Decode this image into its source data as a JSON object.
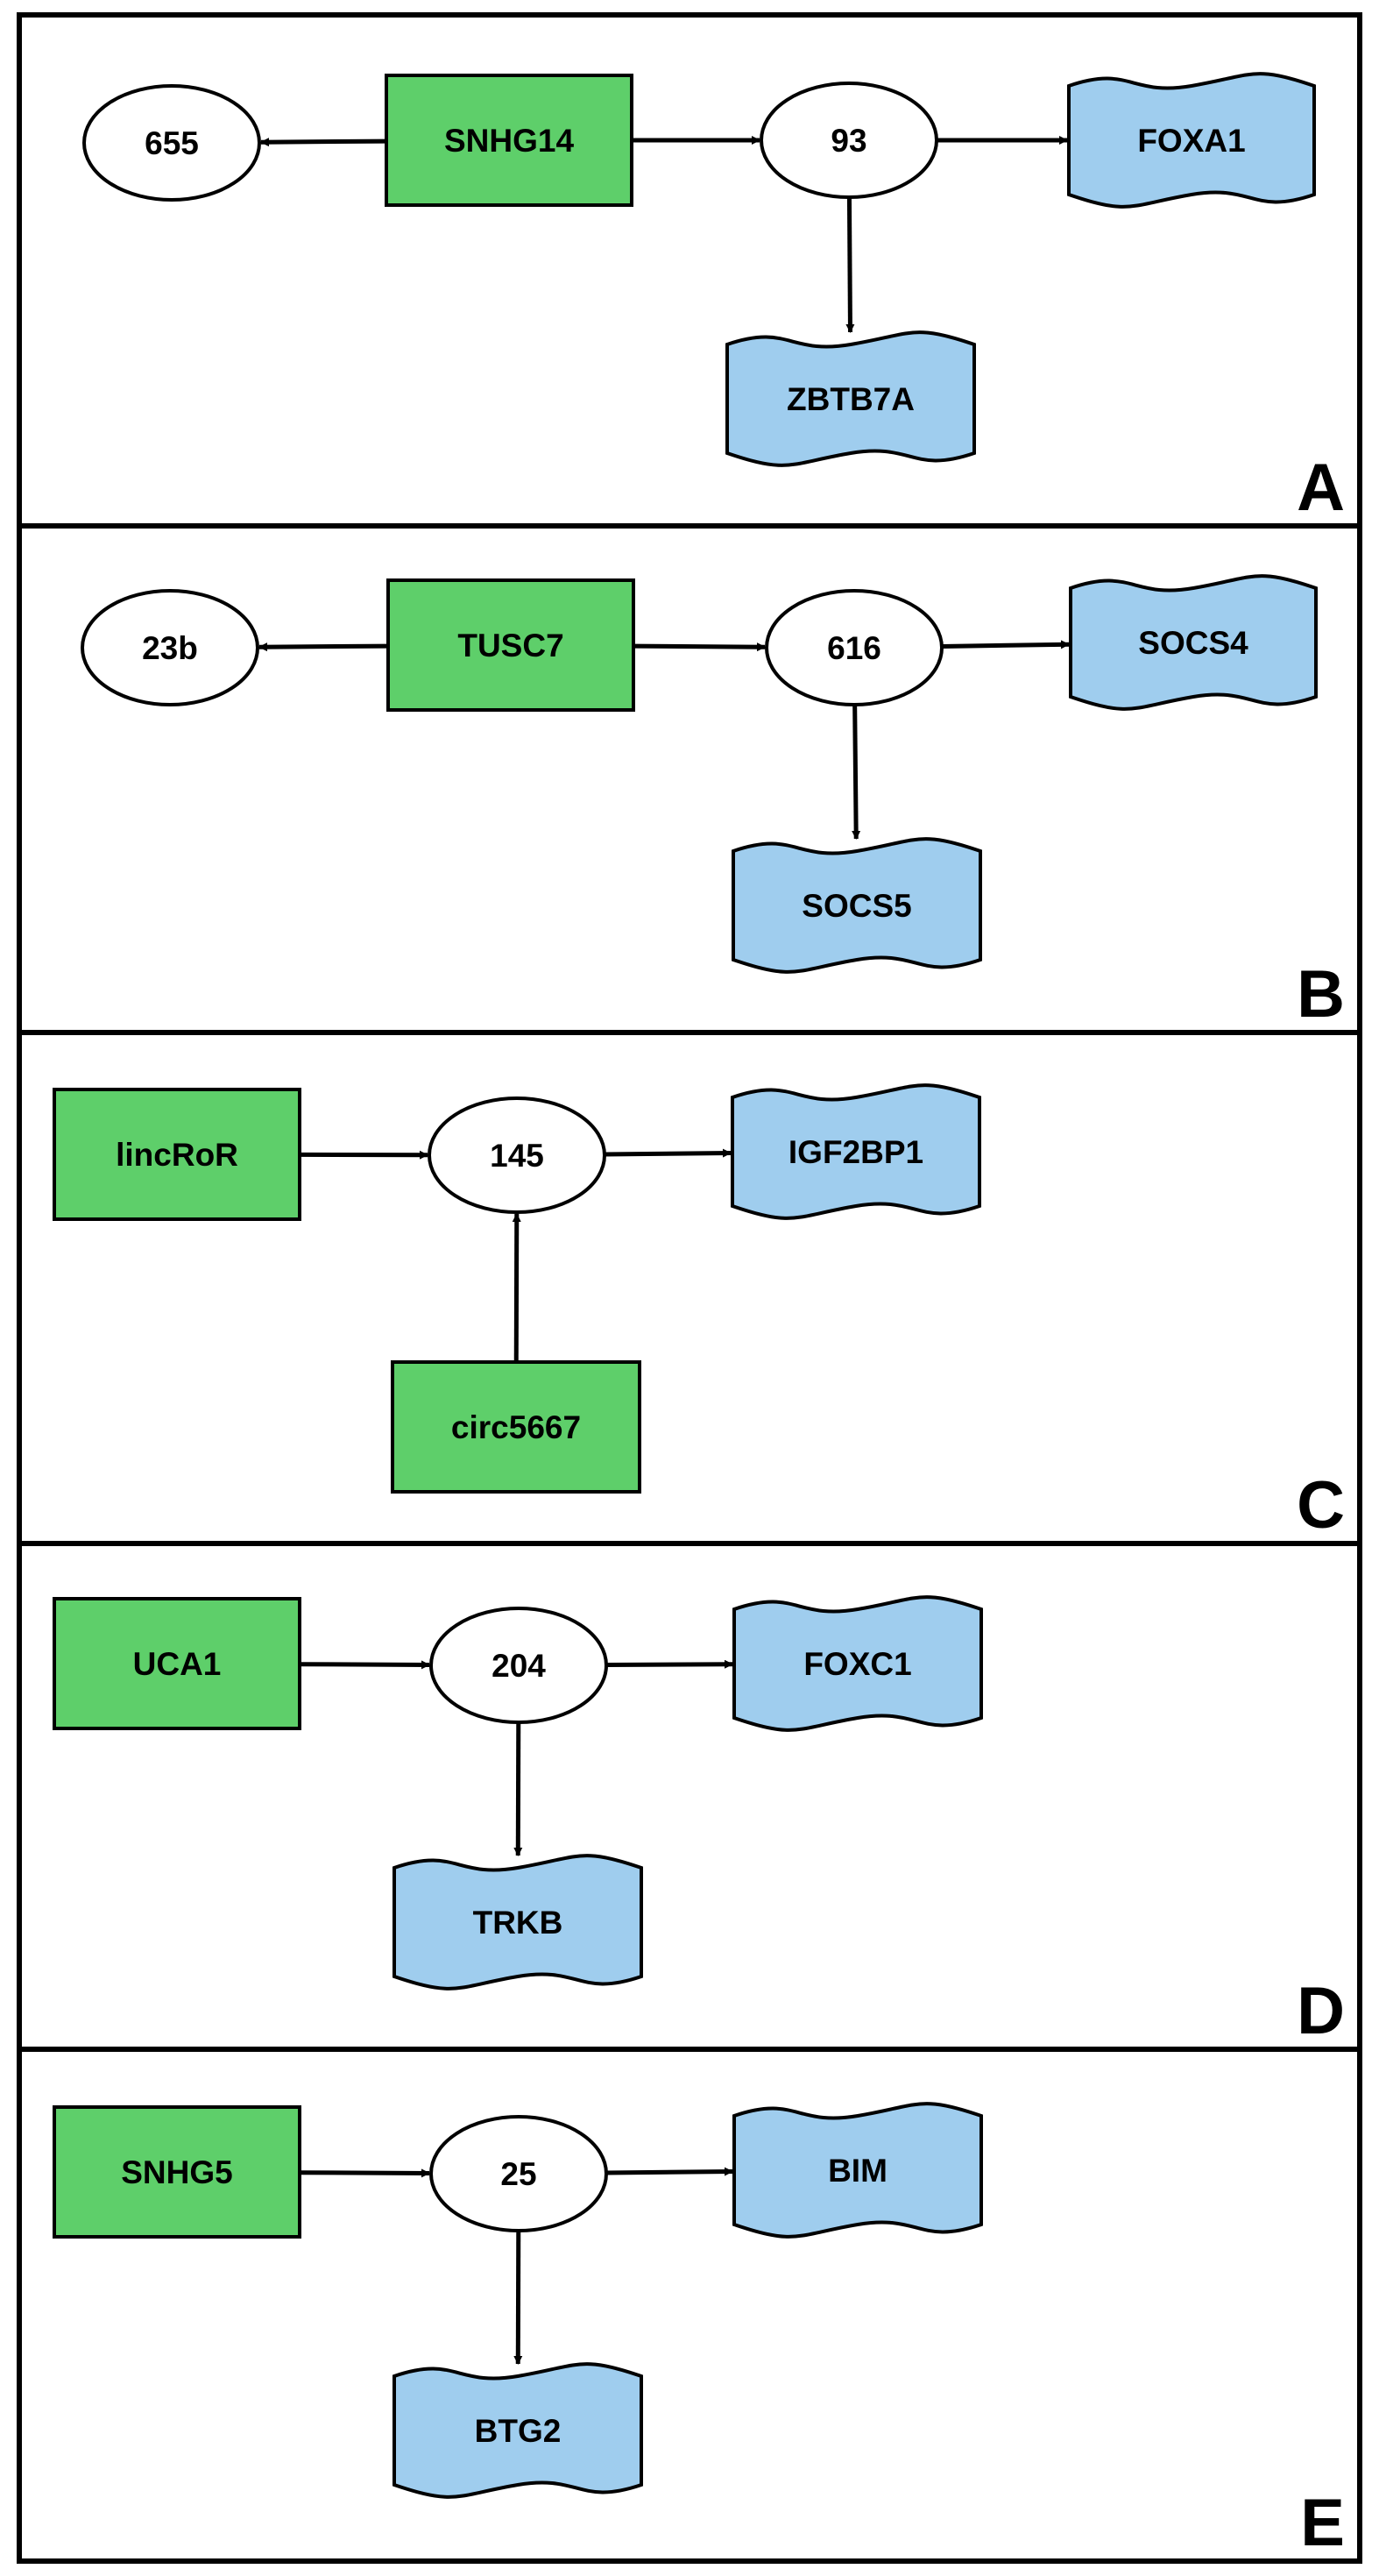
{
  "colors": {
    "lncrna_fill": "#5ecf6a",
    "target_fill": "#9fcdee",
    "mirna_fill": "#ffffff",
    "border": "#000000"
  },
  "panels": [
    {
      "letter": "A",
      "nodes": [
        {
          "id": "mir",
          "label": "655",
          "shape": "oval"
        },
        {
          "id": "lnc",
          "label": "SNHG14",
          "shape": "rect"
        },
        {
          "id": "mir2",
          "label": "93",
          "shape": "oval"
        },
        {
          "id": "t1",
          "label": "FOXA1",
          "shape": "wave"
        },
        {
          "id": "t2",
          "label": "ZBTB7A",
          "shape": "wave"
        }
      ],
      "edges": [
        [
          "lnc",
          "mir"
        ],
        [
          "lnc",
          "mir2"
        ],
        [
          "mir2",
          "t1"
        ],
        [
          "mir2",
          "t2"
        ]
      ]
    },
    {
      "letter": "B",
      "nodes": [
        {
          "id": "mir",
          "label": "23b",
          "shape": "oval"
        },
        {
          "id": "lnc",
          "label": "TUSC7",
          "shape": "rect"
        },
        {
          "id": "mir2",
          "label": "616",
          "shape": "oval"
        },
        {
          "id": "t1",
          "label": "SOCS4",
          "shape": "wave"
        },
        {
          "id": "t2",
          "label": "SOCS5",
          "shape": "wave"
        }
      ],
      "edges": [
        [
          "lnc",
          "mir"
        ],
        [
          "lnc",
          "mir2"
        ],
        [
          "mir2",
          "t1"
        ],
        [
          "mir2",
          "t2"
        ]
      ]
    },
    {
      "letter": "C",
      "nodes": [
        {
          "id": "lnc",
          "label": "lincRoR",
          "shape": "rect"
        },
        {
          "id": "mir2",
          "label": "145",
          "shape": "oval"
        },
        {
          "id": "t1",
          "label": "IGF2BP1",
          "shape": "wave"
        },
        {
          "id": "lnc2",
          "label": "circ5667",
          "shape": "rect"
        }
      ],
      "edges": [
        [
          "lnc",
          "mir2"
        ],
        [
          "mir2",
          "t1"
        ],
        [
          "lnc2",
          "mir2"
        ]
      ]
    },
    {
      "letter": "D",
      "nodes": [
        {
          "id": "lnc",
          "label": "UCA1",
          "shape": "rect"
        },
        {
          "id": "mir2",
          "label": "204",
          "shape": "oval"
        },
        {
          "id": "t1",
          "label": "FOXC1",
          "shape": "wave"
        },
        {
          "id": "t2",
          "label": "TRKB",
          "shape": "wave"
        }
      ],
      "edges": [
        [
          "lnc",
          "mir2"
        ],
        [
          "mir2",
          "t1"
        ],
        [
          "mir2",
          "t2"
        ]
      ]
    },
    {
      "letter": "E",
      "nodes": [
        {
          "id": "lnc",
          "label": "SNHG5",
          "shape": "rect"
        },
        {
          "id": "mir2",
          "label": "25",
          "shape": "oval"
        },
        {
          "id": "t1",
          "label": "BIM",
          "shape": "wave"
        },
        {
          "id": "t2",
          "label": "BTG2",
          "shape": "wave"
        }
      ],
      "edges": [
        [
          "lnc",
          "mir2"
        ],
        [
          "mir2",
          "t1"
        ],
        [
          "mir2",
          "t2"
        ]
      ]
    }
  ]
}
